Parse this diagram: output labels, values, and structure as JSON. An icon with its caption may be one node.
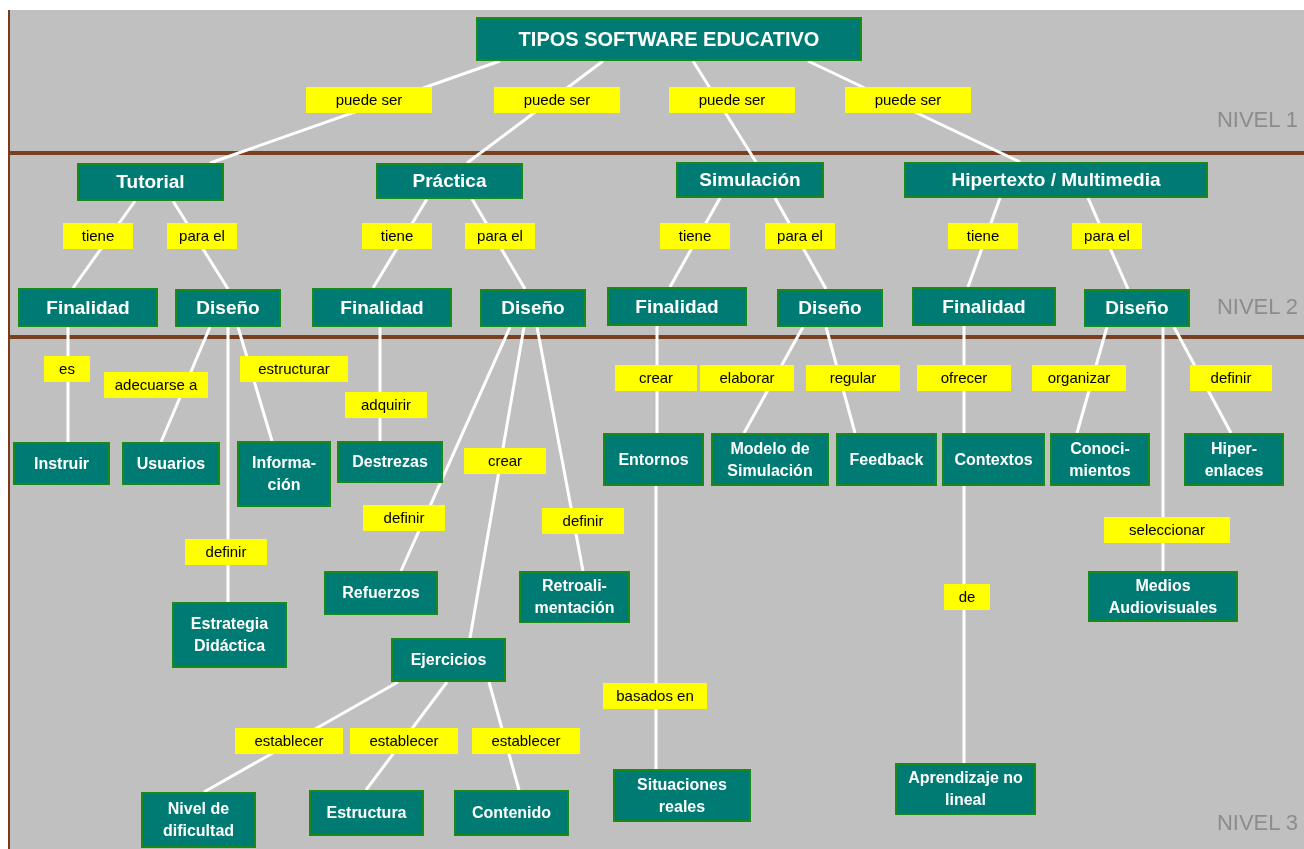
{
  "diagram": {
    "nodes": [
      {
        "text": [
          "TIPOS SOFTWARE EDUCATIVO"
        ]
      },
      {
        "text": [
          "Tutorial"
        ]
      },
      {
        "text": [
          "Práctica"
        ]
      },
      {
        "text": [
          "Simulación"
        ]
      },
      {
        "text": [
          "Hipertexto / Multimedia"
        ]
      },
      {
        "text": [
          "Finalidad"
        ]
      },
      {
        "text": [
          "Diseño"
        ]
      },
      {
        "text": [
          "Finalidad"
        ]
      },
      {
        "text": [
          "Diseño"
        ]
      },
      {
        "text": [
          "Finalidad"
        ]
      },
      {
        "text": [
          "Diseño"
        ]
      },
      {
        "text": [
          "Finalidad"
        ]
      },
      {
        "text": [
          "Diseño"
        ]
      },
      {
        "text": [
          "Instruir"
        ]
      },
      {
        "text": [
          "Usuarios"
        ]
      },
      {
        "text": [
          "Informa- ción"
        ]
      },
      {
        "text": [
          "Destrezas"
        ]
      },
      {
        "text": [
          "Refuerzos"
        ]
      },
      {
        "text": [
          "Retroali- mentación"
        ]
      },
      {
        "text": [
          "Estrategia Didáctica"
        ]
      },
      {
        "text": [
          "Ejercicios"
        ]
      },
      {
        "text": [
          "Nivel de dificultad"
        ]
      },
      {
        "text": [
          "Estructura"
        ]
      },
      {
        "text": [
          "Contenido"
        ]
      },
      {
        "text": [
          "Entornos"
        ]
      },
      {
        "text": [
          "Modelo de Simulación"
        ]
      },
      {
        "text": [
          "Feedback"
        ]
      },
      {
        "text": [
          "Contextos"
        ]
      },
      {
        "text": [
          "Conoci- mientos"
        ]
      },
      {
        "text": [
          "Hiper- enlaces"
        ]
      },
      {
        "text": [
          "Medios Audiovisuales"
        ]
      },
      {
        "text": [
          "Situaciones reales"
        ]
      },
      {
        "text": [
          "Aprendizaje no lineal"
        ]
      }
    ],
    "edges": [
      {
        "from": 0,
        "to": 1,
        "arrow": "none",
        "label": "puede ser"
      },
      {
        "from": 0,
        "to": 2,
        "arrow": "none",
        "label": "puede ser"
      },
      {
        "from": 0,
        "to": 3,
        "arrow": "none",
        "label": "puede ser"
      },
      {
        "from": 0,
        "to": 4,
        "arrow": "none",
        "label": "puede ser"
      },
      {
        "from": 1,
        "to": 5,
        "arrow": "none",
        "label": "tiene"
      },
      {
        "from": 1,
        "to": 6,
        "arrow": "none",
        "label": "para el"
      },
      {
        "from": 2,
        "to": 7,
        "arrow": "none",
        "label": "tiene"
      },
      {
        "from": 2,
        "to": 8,
        "arrow": "none",
        "label": "para el"
      },
      {
        "from": 3,
        "to": 9,
        "arrow": "none",
        "label": "tiene"
      },
      {
        "from": 3,
        "to": 10,
        "arrow": "none",
        "label": "para el"
      },
      {
        "from": 4,
        "to": 11,
        "arrow": "none",
        "label": "tiene"
      },
      {
        "from": 4,
        "to": 12,
        "arrow": "none",
        "label": "para el"
      },
      {
        "from": 5,
        "to": 13,
        "arrow": "none",
        "label": "es"
      },
      {
        "from": 6,
        "to": 14,
        "arrow": "none",
        "label": "adecuarse a"
      },
      {
        "from": 6,
        "to": 15,
        "arrow": "none",
        "label": "estructurar"
      },
      {
        "from": 6,
        "to": 19,
        "arrow": "none",
        "label": "definir"
      },
      {
        "from": 7,
        "to": 16,
        "arrow": "none",
        "label": "adquirir"
      },
      {
        "from": 8,
        "to": 17,
        "arrow": "none",
        "label": "definir"
      },
      {
        "from": 8,
        "to": 20,
        "arrow": "none",
        "label": "crear"
      },
      {
        "from": 8,
        "to": 18,
        "arrow": "none",
        "label": "definir"
      },
      {
        "from": 9,
        "to": 24,
        "arrow": "none",
        "label": "crear"
      },
      {
        "from": 10,
        "to": 25,
        "arrow": "none",
        "label": "elaborar"
      },
      {
        "from": 10,
        "to": 26,
        "arrow": "none",
        "label": "regular"
      },
      {
        "from": 11,
        "to": 27,
        "arrow": "none",
        "label": "ofrecer"
      },
      {
        "from": 12,
        "to": 28,
        "arrow": "none",
        "label": "organizar"
      },
      {
        "from": 12,
        "to": 30,
        "arrow": "none",
        "label": "seleccionar"
      },
      {
        "from": 12,
        "to": 29,
        "arrow": "none",
        "label": "definir"
      },
      {
        "from": 20,
        "to": 21,
        "arrow": "none",
        "label": "establecer"
      },
      {
        "from": 20,
        "to": 22,
        "arrow": "none",
        "label": "establecer"
      },
      {
        "from": 20,
        "to": 23,
        "arrow": "none",
        "label": "establecer"
      },
      {
        "from": 24,
        "to": 31,
        "arrow": "none",
        "label": "basados en"
      },
      {
        "from": 27,
        "to": 32,
        "arrow": "none",
        "label": "de"
      }
    ],
    "labels": [
      "NIVEL 1",
      "NIVEL 2",
      "NIVEL 3"
    ]
  }
}
